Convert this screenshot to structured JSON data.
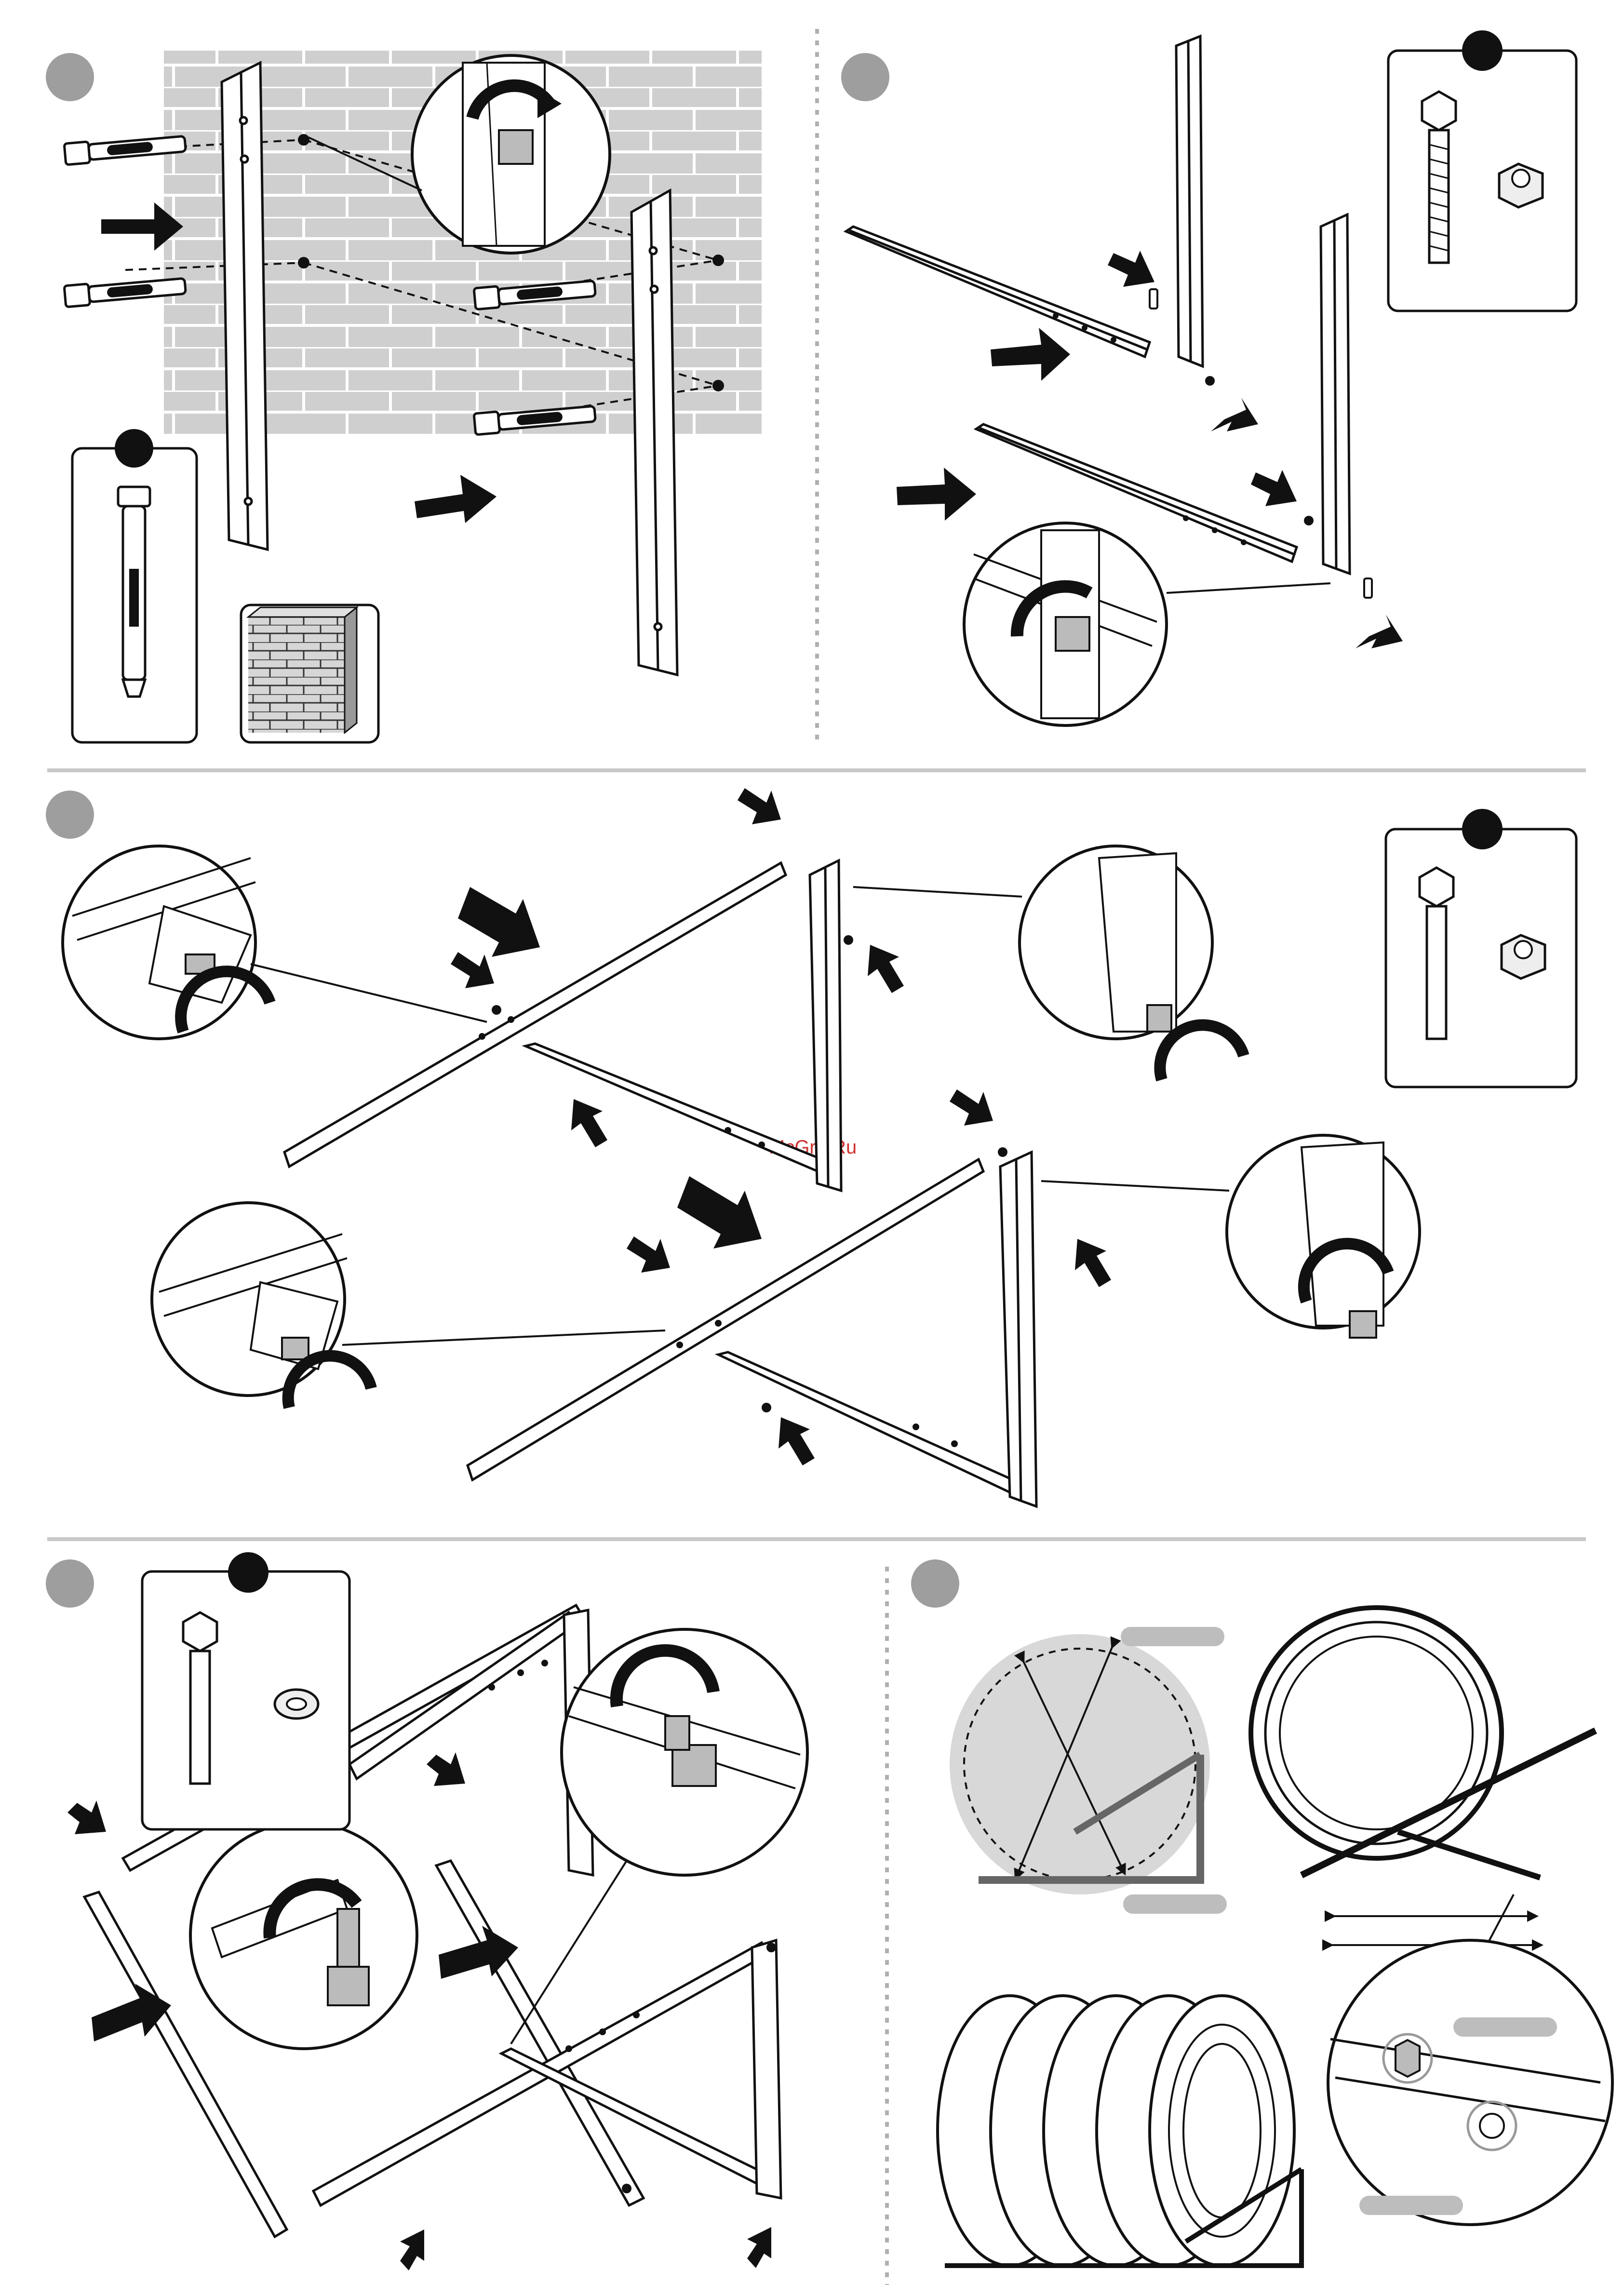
{
  "watermark": "McGrp.Ru",
  "colors": {
    "ink": "#111111",
    "wall": "#cfcfcf",
    "brick_line": "#ffffff",
    "step_circle": "#9e9e9e",
    "divider": "#c8c8c8",
    "light_gray": "#bdbdbd",
    "highlight": "#e0e0e0"
  },
  "steps": [
    {
      "id": "step-1",
      "icon": "wall-anchor-mounting"
    },
    {
      "id": "step-2",
      "icon": "bracket-arm-assembly"
    },
    {
      "id": "step-3",
      "icon": "diagonal-brace-assembly"
    },
    {
      "id": "step-4",
      "icon": "cross-bar-assembly"
    },
    {
      "id": "step-5",
      "icon": "tire-sizing-and-usage"
    }
  ]
}
